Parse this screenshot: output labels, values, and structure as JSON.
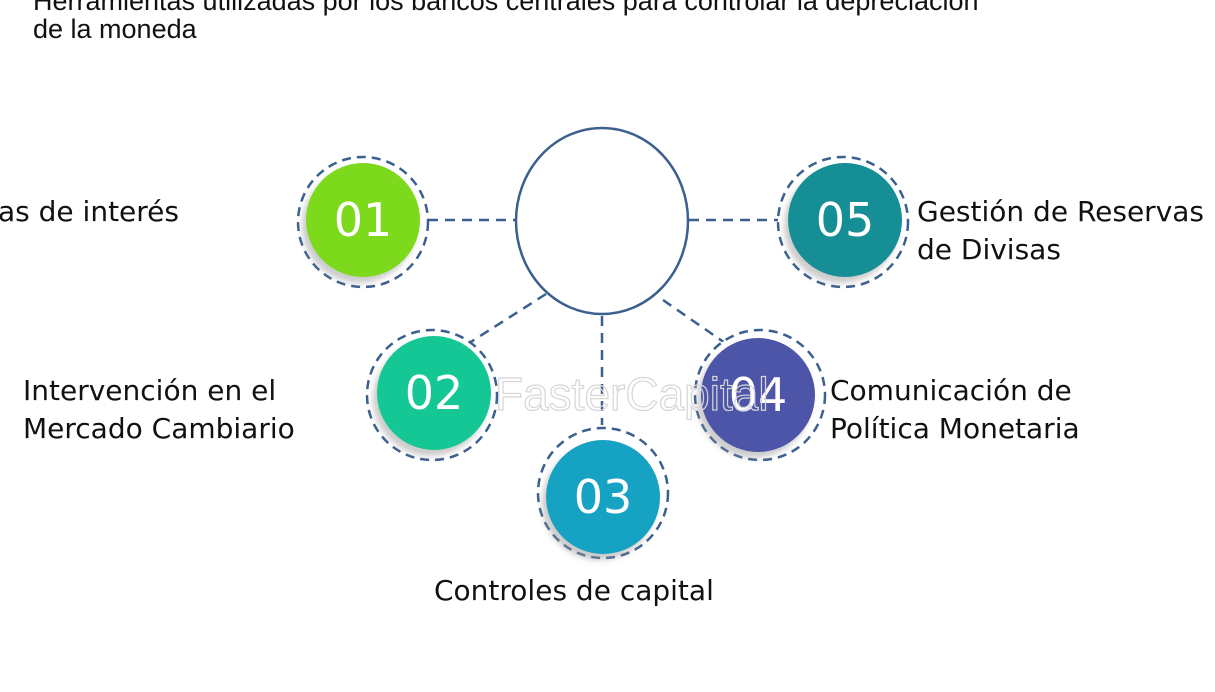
{
  "title": {
    "line1": "Herramientas utilizadas por los bancos centrales para controlar la depreciación",
    "line2": "de la moneda"
  },
  "watermark": "FasterCapital",
  "colors": {
    "connector": "#3b5f8f",
    "item01": "#7dd91c",
    "item02": "#16c796",
    "item03": "#18a2c2",
    "item04": "#4e55a9",
    "item05": "#128e95"
  },
  "items": [
    {
      "number": "01",
      "label_lines": [
        "as de interés"
      ]
    },
    {
      "number": "02",
      "label_lines": [
        "Intervención en el",
        "Mercado Cambiario"
      ]
    },
    {
      "number": "03",
      "label_lines": [
        "Controles de capital"
      ]
    },
    {
      "number": "04",
      "label_lines": [
        "Comunicación de",
        "Política Monetaria"
      ]
    },
    {
      "number": "05",
      "label_lines": [
        "Gestión de Reservas",
        "de Divisas"
      ]
    }
  ]
}
